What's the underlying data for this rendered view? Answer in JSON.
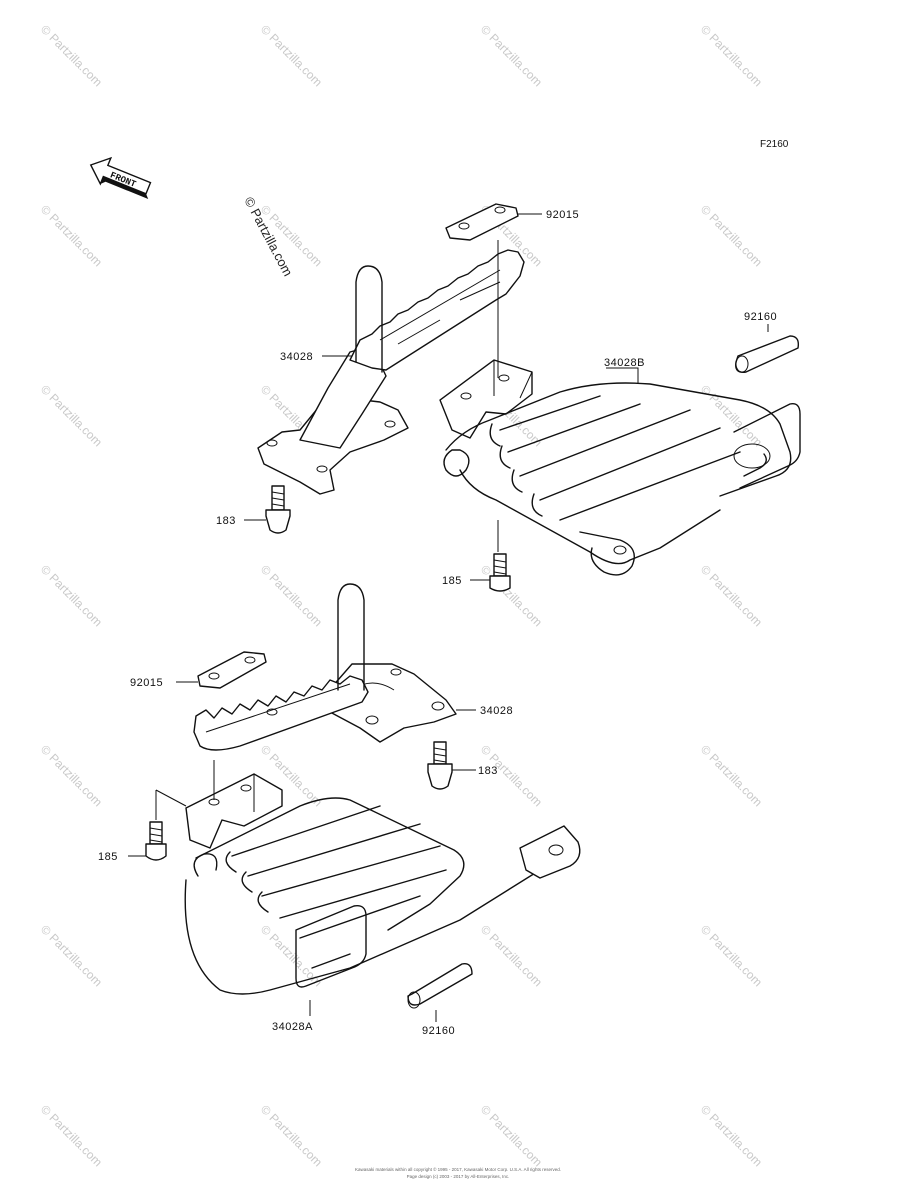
{
  "figure_code": "F2160",
  "front_label": "FRONT",
  "watermark_main": "© Partzilla.com",
  "watermark_repeat": "© Partzilla.com",
  "parts": {
    "p_92015_top": "92015",
    "p_92160_right": "92160",
    "p_34028_top": "34028",
    "p_34028B": "34028B",
    "p_183_top": "183",
    "p_185_right": "185",
    "p_92015_left": "92015",
    "p_34028_mid": "34028",
    "p_183_mid": "183",
    "p_185_left": "185",
    "p_34028A": "34028A",
    "p_92160_bottom": "92160"
  },
  "copyright_line1": "Kawasaki materials within all copyright © 1995 - 2017, Kawasaki Motor Corp. U.S.A. All rights reserved.",
  "copyright_line2": "Page design (c) 2003 - 2017 by All-Enterprises, Inc."
}
